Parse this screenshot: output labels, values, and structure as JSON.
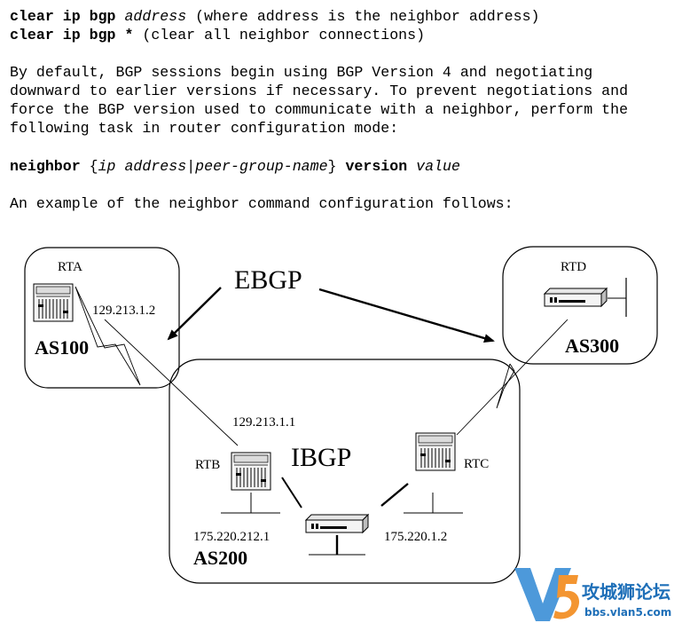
{
  "text": {
    "line1": {
      "cmd": "clear ip bgp ",
      "arg": "address",
      "rest": " (where address is the neighbor address)"
    },
    "line2": {
      "cmd": "clear ip bgp *",
      "rest": " (clear all neighbor connections)"
    },
    "para": [
      "By default, BGP sessions begin using BGP Version 4 and negotiating",
      "downward to earlier versions if necessary. To prevent negotiations and",
      "force the BGP version used to communicate with a neighbor, perform the",
      "following task in router configuration mode:"
    ],
    "syntax": {
      "cmd": "neighbor",
      "brace_open": " {",
      "arg1": "ip address",
      "sep": "|",
      "arg2": "peer-group-name",
      "brace_close": "} ",
      "kw": "version",
      "space": " ",
      "arg3": "value"
    },
    "example": "An example of the neighbor command configuration follows:"
  },
  "diagram": {
    "ebgp": "EBGP",
    "ibgp": "IBGP",
    "as100": "AS100",
    "as200": "AS200",
    "as300": "AS300",
    "rta": "RTA",
    "rtb": "RTB",
    "rtc": "RTC",
    "rtd": "RTD",
    "ip_rta": "129.213.1.2",
    "ip_rtb": "129.213.1.1",
    "ip_lan_b": "175.220.212.1",
    "ip_lan_c": "175.220.1.2"
  },
  "watermark": {
    "title": "攻城狮论坛",
    "url": "bbs.vlan5.com",
    "logo_letter": "V5"
  }
}
